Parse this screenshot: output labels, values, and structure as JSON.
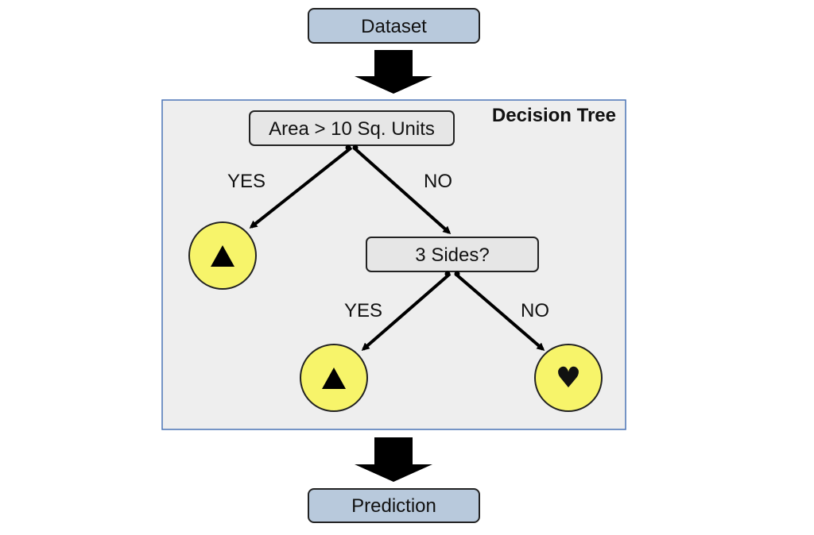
{
  "input_box": {
    "label": "Dataset"
  },
  "output_box": {
    "label": "Prediction"
  },
  "tree": {
    "title": "Decision Tree",
    "root_question": "Area > 10 Sq. Units",
    "root_yes_label": "YES",
    "root_no_label": "NO",
    "sub_question": "3 Sides?",
    "sub_yes_label": "YES",
    "sub_no_label": "NO",
    "leaf_left": {
      "symbol": "▲",
      "shape": "triangle"
    },
    "leaf_mid": {
      "symbol": "▲",
      "shape": "triangle"
    },
    "leaf_right": {
      "symbol": "♥",
      "shape": "heart"
    }
  },
  "colors": {
    "terminal_box_fill": "#b8c9dc",
    "tree_panel_fill": "#eeeeee",
    "tree_panel_border": "#4a74b5",
    "decision_box_fill": "#e6e6e6",
    "leaf_fill": "#f7f46a",
    "arrow": "#000000"
  }
}
